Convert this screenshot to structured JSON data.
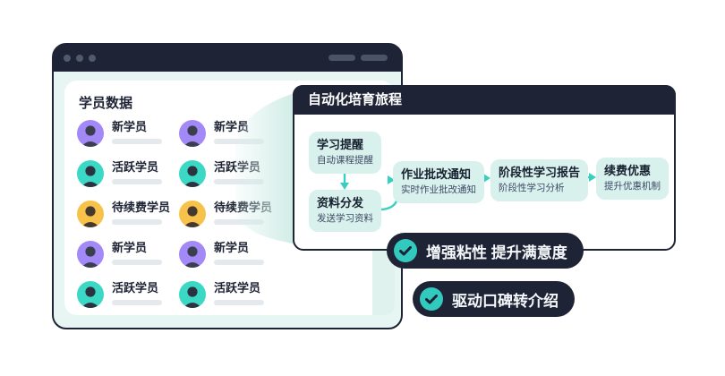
{
  "browser_window": {
    "traffic_dots": 3,
    "topbar_pills": 2
  },
  "students_panel": {
    "title": "学员数据",
    "columns": 2,
    "rows": [
      {
        "label": "新学员",
        "color": "#a289f7"
      },
      {
        "label": "活跃学员",
        "color": "#3bd8c5"
      },
      {
        "label": "待续费学员",
        "color": "#f7c24a"
      },
      {
        "label": "新学员",
        "color": "#a289f7"
      },
      {
        "label": "活跃学员",
        "color": "#3bd8c5"
      }
    ]
  },
  "journey_panel": {
    "title": "自动化培育旅程",
    "steps": [
      {
        "title": "学习提醒",
        "subtitle": "自动课程提醒"
      },
      {
        "title": "资料分发",
        "subtitle": "发送学习资料"
      },
      {
        "title": "作业批改通知",
        "subtitle": "实时作业批改通知"
      },
      {
        "title": "阶段性学习报告",
        "subtitle": "阶段性学习分析"
      },
      {
        "title": "续费优惠",
        "subtitle": "提升优惠机制"
      }
    ]
  },
  "badges": [
    {
      "label": "增强粘性 提升满意度"
    },
    {
      "label": "驱动口碑转介绍"
    }
  ],
  "colors": {
    "dark_navy": "#1e2435",
    "teal_accent": "#38cfc1",
    "mint_body": "#e7f6f3",
    "step_box": "#d8f1ed",
    "placeholder_bar": "#e4e9ed",
    "check_circle": "#32cabe"
  }
}
